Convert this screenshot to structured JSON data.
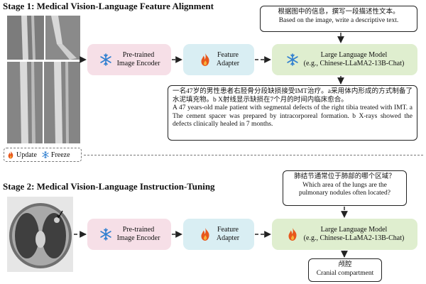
{
  "stage1": {
    "title": "Stage 1: Medical Vision-Language Feature Alignment",
    "encoder": "Pre-trained\nImage Encoder",
    "adapter": "Feature\nAdapter",
    "llm": "Large Language Model\n(e.g., Chinese-LLaMA2-13B-Chat)",
    "prompt_zh": "根据图中的信息，撰写一段描述性文本。",
    "prompt_en": "Based on the image, write a descriptive text.",
    "output_zh": "一名47岁的男性患者右胫骨分段缺损接受IMT治疗。a采用体内形成的方式制备了水泥填充物。b X射线显示缺损在7个月的时间内临床愈合。",
    "output_en": "A 47 years-old male patient with segmental defects of the right tibia treated with IMT. a The cement spacer was prepared by intracorporeal formation. b X-rays showed the defects clinically healed in 7 months."
  },
  "legend": {
    "update": "Update",
    "freeze": "Freeze"
  },
  "stage2": {
    "title": "Stage 2: Medical Vision-Language Instruction-Tuning",
    "encoder": "Pre-trained\nImage Encoder",
    "adapter": "Feature\nAdapter",
    "llm": "Large Language Model\n(e.g., Chinese-LLaMA2-13B-Chat)",
    "question_zh": "肺结节通常位于肺部的哪个区域？",
    "question_en": "Which area of the lungs are the pulmonary nodules often located?",
    "answer_zh": "颅腔",
    "answer_en": "Cranial compartment"
  },
  "icons": {
    "freeze": "snowflake-icon",
    "update": "flame-icon"
  },
  "colors": {
    "encoder": "#f6dfe7",
    "adapter": "#d9eef3",
    "llm": "#dfeecf",
    "snowflake": "#2f7fd0",
    "flame": "#e8571c"
  }
}
